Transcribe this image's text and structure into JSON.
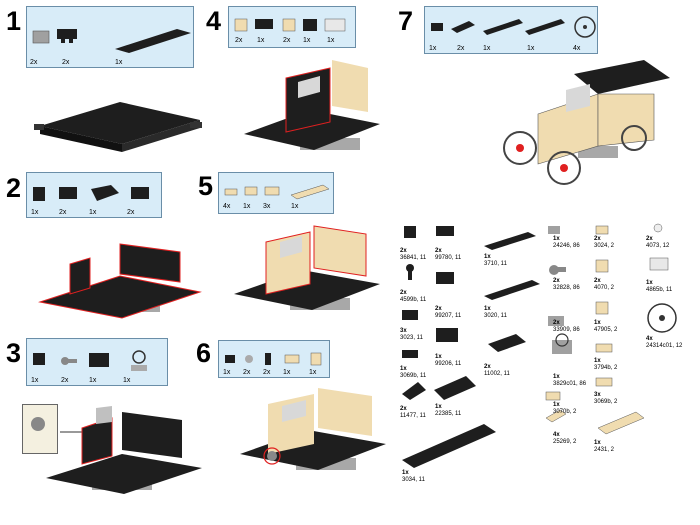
{
  "steps": [
    {
      "num": "1",
      "parts": [
        "2x",
        "2x",
        "1x"
      ]
    },
    {
      "num": "2",
      "parts": [
        "1x",
        "2x",
        "1x",
        "2x"
      ]
    },
    {
      "num": "3",
      "parts": [
        "1x",
        "2x",
        "1x",
        "1x"
      ]
    },
    {
      "num": "4",
      "parts": [
        "2x",
        "1x",
        "2x",
        "1x",
        "1x"
      ]
    },
    {
      "num": "5",
      "parts": [
        "4x",
        "1x",
        "3x",
        "1x"
      ]
    },
    {
      "num": "6",
      "parts": [
        "1x",
        "2x",
        "2x",
        "1x",
        "1x"
      ]
    },
    {
      "num": "7",
      "parts": [
        "1x",
        "2x",
        "1x",
        "1x",
        "4x"
      ]
    }
  ],
  "inventory": [
    {
      "qty": "2x",
      "id": "36841, 11"
    },
    {
      "qty": "2x",
      "id": "4599b, 11"
    },
    {
      "qty": "3x",
      "id": "3023, 11"
    },
    {
      "qty": "1x",
      "id": "3069b, 11"
    },
    {
      "qty": "2x",
      "id": "11477, 11"
    },
    {
      "qty": "2x",
      "id": "99780, 11"
    },
    {
      "qty": "2x",
      "id": "99207, 11"
    },
    {
      "qty": "1x",
      "id": "99206, 11"
    },
    {
      "qty": "1x",
      "id": "22385, 11"
    },
    {
      "qty": "1x",
      "id": "3034, 11"
    },
    {
      "qty": "1x",
      "id": "3710, 11"
    },
    {
      "qty": "1x",
      "id": "3020, 11"
    },
    {
      "qty": "2x",
      "id": "11002, 11"
    },
    {
      "qty": "1x",
      "id": "24246, 86"
    },
    {
      "qty": "2x",
      "id": "32828, 86"
    },
    {
      "qty": "2x",
      "id": "33909, 86"
    },
    {
      "qty": "1x",
      "id": "3829c01, 86"
    },
    {
      "qty": "1x",
      "id": "3070b, 2"
    },
    {
      "qty": "4x",
      "id": "25269, 2"
    },
    {
      "qty": "2x",
      "id": "3024, 2"
    },
    {
      "qty": "2x",
      "id": "4070, 2"
    },
    {
      "qty": "1x",
      "id": "47905, 2"
    },
    {
      "qty": "1x",
      "id": "3794b, 2"
    },
    {
      "qty": "3x",
      "id": "3069b, 2"
    },
    {
      "qty": "1x",
      "id": "2431, 2"
    },
    {
      "qty": "2x",
      "id": "4073, 12"
    },
    {
      "qty": "1x",
      "id": "4865b, 11"
    },
    {
      "qty": "4x",
      "id": "24314c01, 12"
    }
  ],
  "colors": {
    "callout_bg": "#d8ecf8",
    "black_brick": "#1e1e1e",
    "tan_brick": "#f0dcb0",
    "grey_brick": "#a0a0a0",
    "red_outline": "#e02020"
  }
}
